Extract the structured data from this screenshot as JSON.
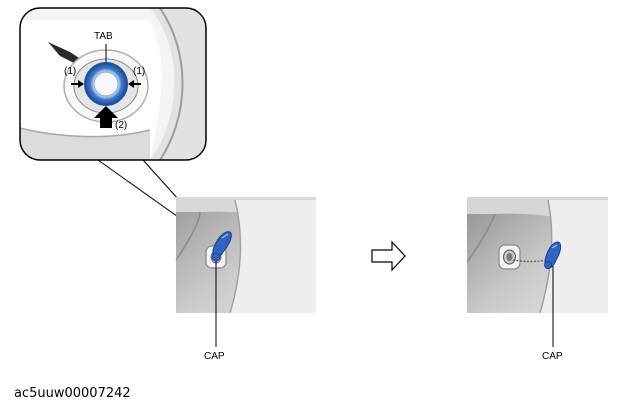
{
  "callout": {
    "tab_label": "TAB",
    "marker_1_left": "(1)",
    "marker_1_right": "(1)",
    "marker_2": "(2)"
  },
  "left_view": {
    "cap_label": "CAP"
  },
  "right_view": {
    "cap_label": "CAP"
  },
  "figure_code": "ac5uuw00007242"
}
